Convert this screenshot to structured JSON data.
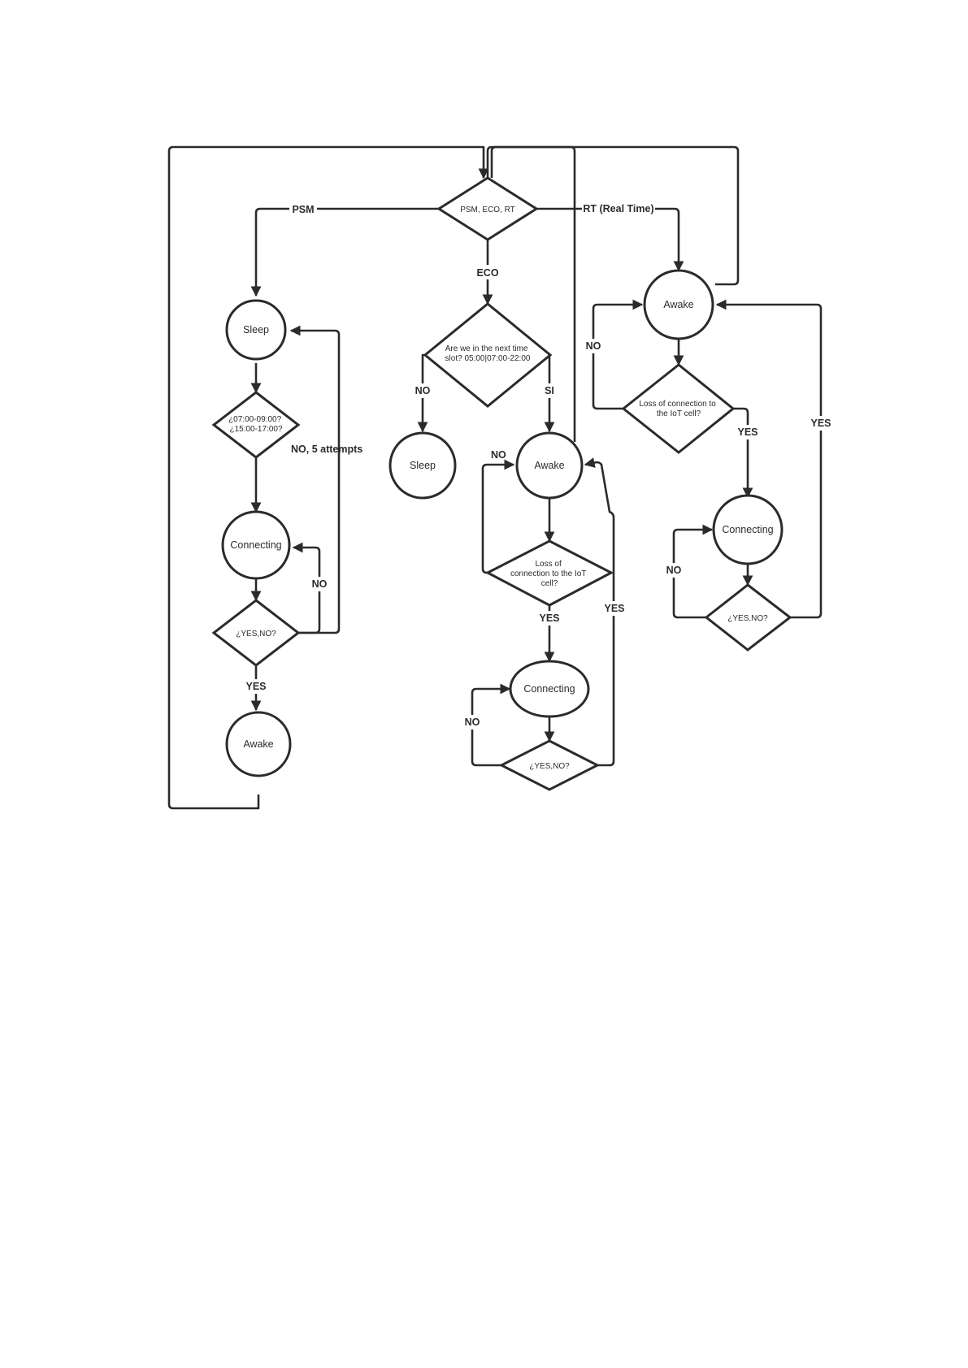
{
  "diagram": {
    "nodes": {
      "mode_decision": "PSM, ECO, RT",
      "psm_sleep": "Sleep",
      "psm_time_check": [
        "¿07:00-09:00?",
        "¿15:00-17:00?"
      ],
      "psm_connecting": "Connecting",
      "psm_yes_no": "¿YES,NO?",
      "psm_awake": "Awake",
      "eco_time_slot": [
        "Are we in the next time",
        "slot? 05:00|07:00-22:00"
      ],
      "eco_sleep": "Sleep",
      "eco_awake": "Awake",
      "eco_loss_check": [
        "Loss of",
        "connection to the IoT",
        "cell?"
      ],
      "eco_connecting": "Connecting",
      "eco_yes_no": "¿YES,NO?",
      "rt_awake": "Awake",
      "rt_loss_check": [
        "Loss of connection to",
        "the IoT cell?"
      ],
      "rt_connecting": "Connecting",
      "rt_yes_no": "¿YES,NO?"
    },
    "edge_labels": {
      "psm": "PSM",
      "eco": "ECO",
      "rt": "RT (Real Time)",
      "psm_retry": "NO, 5 attempts",
      "psm_conn_no": "NO",
      "psm_yes": "YES",
      "eco_no": "NO",
      "eco_si": "SI",
      "eco_awake_no": "NO",
      "eco_loss_yes": "YES",
      "eco_conn_no": "NO",
      "eco_conn_yes": "YES",
      "rt_loss_no": "NO",
      "rt_loss_yes": "YES",
      "rt_conn_no": "NO",
      "rt_conn_yes": "YES"
    }
  },
  "colors": {
    "stroke": "#2b2b2b",
    "background": "#ffffff"
  }
}
